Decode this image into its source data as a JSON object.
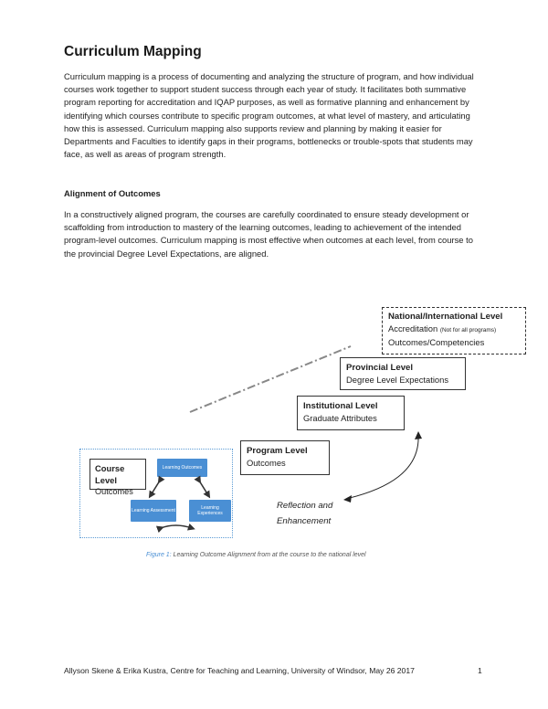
{
  "title": "Curriculum Mapping",
  "intro": "Curriculum mapping is a process of documenting and analyzing the structure of program, and how individual courses work together to support student success through each year of study. It facilitates both summative program reporting for accreditation and IQAP purposes, as well as formative planning and enhancement by identifying which courses contribute to specific program outcomes, at what level of mastery, and articulating how this is assessed.  Curriculum mapping also supports review and planning by making it easier for Departments and Faculties to identify gaps in their programs, bottlenecks or trouble-spots that students may face, as well as areas of program strength.",
  "alignment": {
    "heading": "Alignment of Outcomes",
    "body": "In a constructively aligned program, the courses are carefully coordinated to ensure steady development or scaffolding from introduction to mastery of the learning outcomes, leading to achievement of the intended program-level outcomes. Curriculum mapping is most effective when outcomes at each level, from course to the provincial Degree Level Expectations, are aligned."
  },
  "diagram": {
    "national": {
      "title": "National/International Level",
      "line1": "Accreditation",
      "note": "(Not for all programs)",
      "line2": "Outcomes/Competencies"
    },
    "provincial": {
      "title": "Provincial Level",
      "sub": "Degree Level Expectations"
    },
    "institutional": {
      "title": "Institutional Level",
      "sub": "Graduate Attributes"
    },
    "program": {
      "title": "Program Level",
      "sub": "Outcomes"
    },
    "course": {
      "title": "Course Level",
      "sub": "Outcomes"
    },
    "cycle": {
      "learning_outcomes": "Learning Outcomes",
      "learning_assessment": "Learning Assessment",
      "learning_experiences": "Learning Experiences"
    },
    "reflection": {
      "line1": "Reflection and",
      "line2": "Enhancement"
    }
  },
  "caption": {
    "figure": "Figure 1:",
    "text": "Learning Outcome Alignment from at the course to the national level"
  },
  "footer": {
    "text": "Allyson Skene & Erika Kustra, Centre for Teaching and Learning, University of Windsor, May 26 2017",
    "page": "1"
  }
}
